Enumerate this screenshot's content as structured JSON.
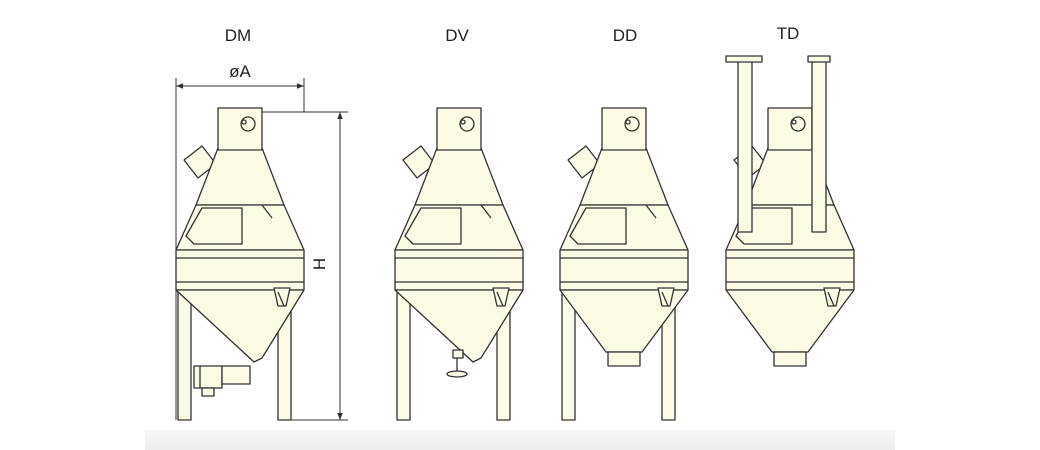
{
  "labels": {
    "dm": "DM",
    "dv": "DV",
    "dd": "DD",
    "td": "TD",
    "diameter": "øA",
    "height": "H"
  },
  "colors": {
    "body_fill": "#fbfbe6",
    "stroke": "#333333",
    "dimension": "#333333"
  }
}
